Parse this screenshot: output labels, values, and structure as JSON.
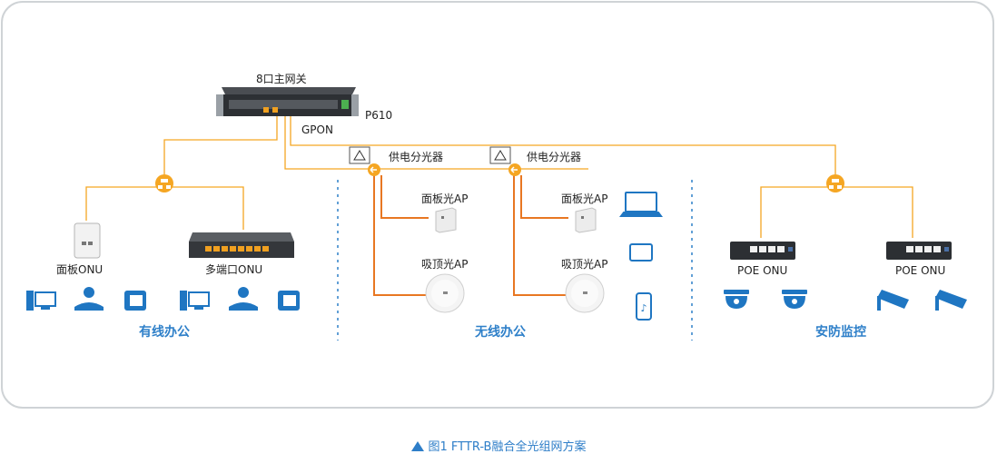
{
  "gateway": {
    "title": "8口主网关",
    "model": "P610",
    "port_label": "GPON"
  },
  "splitters": [
    {
      "label": "供电分光器"
    },
    {
      "label": "供电分光器"
    }
  ],
  "wireless": {
    "ap1_label": "面板光AP",
    "ap2_label": "吸顶光AP",
    "ap3_label": "面板光AP",
    "ap4_label": "吸顶光AP"
  },
  "wired": {
    "onu1_label": "面板ONU",
    "onu2_label": "多端口ONU"
  },
  "security": {
    "onu1_label": "POE ONU",
    "onu2_label": "POE ONU"
  },
  "sections": {
    "wired": "有线办公",
    "wireless": "无线办公",
    "security": "安防监控"
  },
  "caption": "图1  FTTR-B融合全光组网方案",
  "colors": {
    "fiber": "#f5a623",
    "section_text": "#2f80c9",
    "device_blue": "#1f76c2"
  }
}
